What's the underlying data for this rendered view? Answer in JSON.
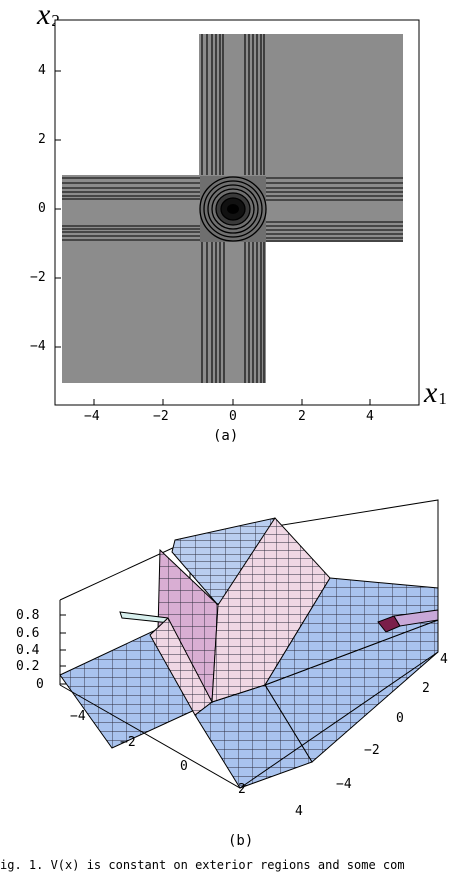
{
  "panel_a": {
    "x_var": "x",
    "x_sub": "1",
    "y_var": "x",
    "y_sub": "2",
    "label": "(a)",
    "x_ticks": [
      "−4",
      "−2",
      "0",
      "2",
      "4"
    ],
    "y_ticks": [
      "4",
      "2",
      "0",
      "−2",
      "−4"
    ]
  },
  "panel_b": {
    "label": "(b)",
    "z_ticks": [
      "0.8",
      "0.6",
      "0.4",
      "0.2",
      "0"
    ],
    "x_ticks": [
      "−4",
      "−2",
      "0",
      "2",
      "4"
    ],
    "y_ticks": [
      "4",
      "2",
      "0",
      "−2",
      "−4"
    ]
  },
  "caption": "ig. 1.  V(x) is constant on exterior regions and some com",
  "colors": {
    "region_gray": "#8c8c8c",
    "surface_blue": "#a9c3ee",
    "surface_pink": "#d9aed3",
    "surface_light": "#f0d7e4"
  }
}
